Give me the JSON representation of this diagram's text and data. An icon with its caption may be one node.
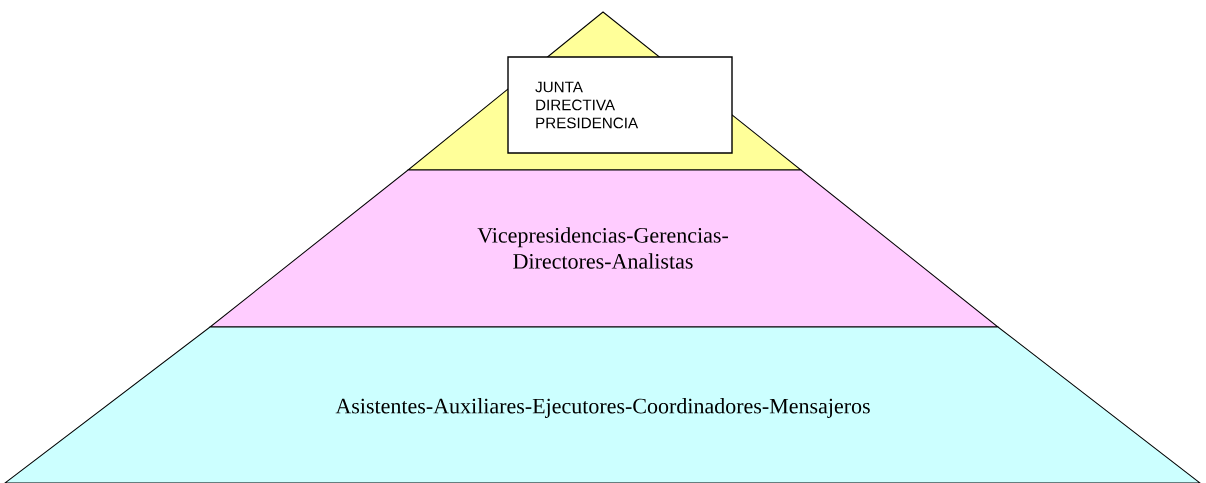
{
  "diagram": {
    "nodes": [
      {
        "text": [],
        "shape": "triangle"
      },
      {
        "text": [
          "JUNTA DIRECTIVA PRESIDENCIA"
        ],
        "in": 0
      },
      {
        "text": [
          "Vicepresidencias-Gerencias-Directores-Analistas"
        ]
      },
      {
        "text": [
          "Asistentes-Auxiliares-Ejecutores-Coordinadores-Mensajeros"
        ]
      }
    ]
  }
}
